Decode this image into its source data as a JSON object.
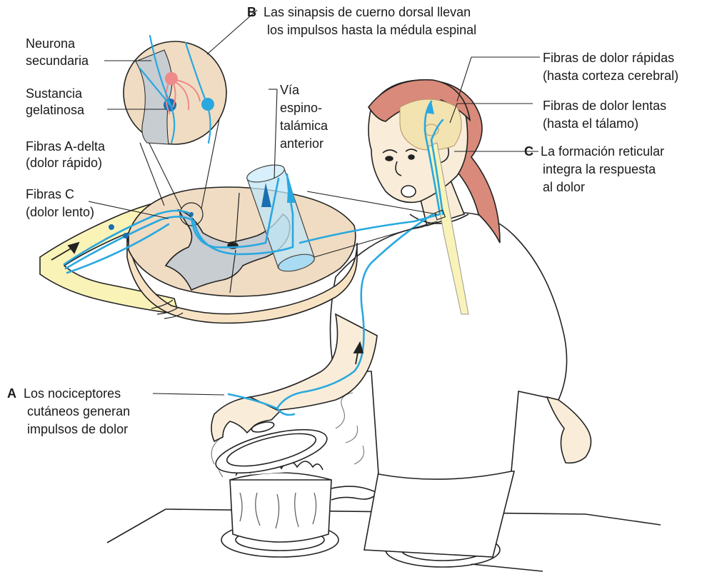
{
  "labels": {
    "b_letter": "B",
    "b_line1": "Las sinapsis de cuerno dorsal llevan",
    "b_line2": "los impulsos hasta la médula espinal",
    "neurona_1": "Neurona",
    "neurona_2": "secundaria",
    "sustancia_1": "Sustancia",
    "sustancia_2": "gelatinosa",
    "adelta_1": "Fibras A-delta",
    "adelta_2": "(dolor rápido)",
    "fibrasc_1": "Fibras C",
    "fibrasc_2": "(dolor lento)",
    "via_1": "Vía",
    "via_2": "espino-",
    "via_3": "talámica",
    "via_4": "anterior",
    "rapidas_1": "Fibras de dolor rápidas",
    "rapidas_2": "(hasta corteza cerebral)",
    "lentas_1": "Fibras de dolor lentas",
    "lentas_2": "(hasta el tálamo)",
    "c_letter": "C",
    "c_line1": "La formación reticular",
    "c_line2": "integra la respuesta",
    "c_line3": "al dolor",
    "a_letter": "A",
    "a_line1": "Los nociceptores",
    "a_line2": "cutáneos generan",
    "a_line3": "impulsos de dolor"
  },
  "colors": {
    "nerve": "#29a8e0",
    "nerve_dark": "#1a6fb0",
    "spinal_tissue": "#f0dcc2",
    "grey_matter": "#c8cdd2",
    "skin": "#f7e3c4",
    "hair": "#d98a7a",
    "fiber_bundle": "#faf3b8",
    "neuron_pink": "#ee8a8a"
  }
}
